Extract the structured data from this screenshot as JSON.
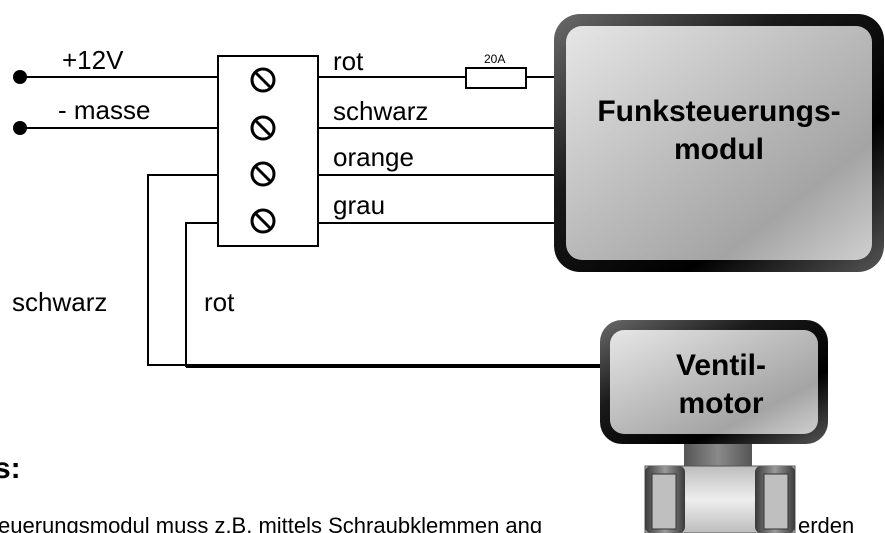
{
  "inputs": {
    "plus12v": "+12V",
    "masse": "- masse"
  },
  "wires": {
    "rot": "rot",
    "schwarz": "schwarz",
    "orange": "orange",
    "grau": "grau",
    "schwarz_lower": "schwarz",
    "rot_lower": "rot"
  },
  "fuse_label": "20A",
  "module": {
    "line1": "Funksteuerungs-",
    "line2": "modul"
  },
  "motor": {
    "line1": "Ventil-",
    "line2": "motor"
  },
  "section_heading": "s:",
  "note_text": "euerungsmodul muss z.B. mittels Schraubklemmen ang",
  "note_tail": "erden"
}
